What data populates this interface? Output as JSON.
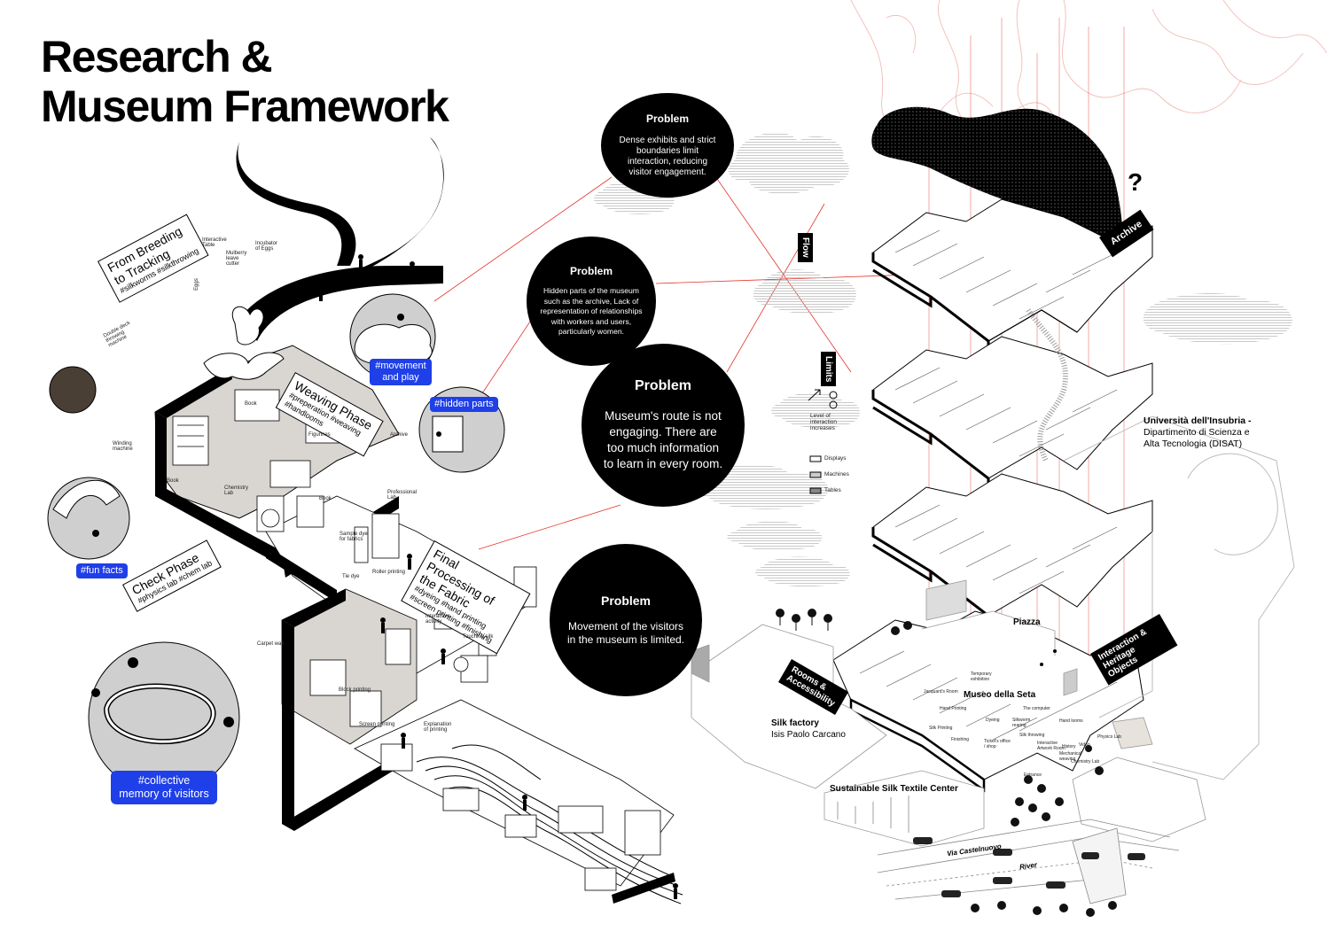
{
  "title": {
    "line1": "Research &",
    "line2": "Museum Framework"
  },
  "problems": [
    {
      "heading": "Problem",
      "text": "Dense exhibits and strict boundaries limit interaction, reducing visitor engagement."
    },
    {
      "heading": "Problem",
      "text": "Hidden parts of the museum such as the archive, Lack of representation of relationships with workers and users, particularly women."
    },
    {
      "heading": "Problem",
      "text": "Museum's route is not engaging. There are too much information to learn in every room."
    },
    {
      "heading": "Problem",
      "text": "Movement of the visitors in the museum is limited."
    }
  ],
  "tags": {
    "movement": "#movement and play",
    "hidden": "#hidden parts",
    "fun": "#fun facts",
    "collective": "#collective memory of visitors"
  },
  "phases": {
    "breeding_title": "From Breeding to Tracking",
    "breeding_tags": "#silkworms #silkthrowing",
    "weaving_title": "Weaving Phase",
    "weaving_tags": "#preperation #weaving #handlooms",
    "check_title": "Check Phase",
    "check_tags": "#physics lab #chem lab",
    "final_title": "Final Processing of the Fabric",
    "final_tags": "#dyeing #hand printing #screen printing #finishing"
  },
  "left_labels": {
    "eggs": "Eggs",
    "interactive_table": "Interactive Table",
    "mulberry": "Mulberry leave cutter",
    "incubator": "Incubator of Eggs",
    "double_deck": "Double deck throwing machine",
    "winding": "Winding machine",
    "book1": "Book",
    "book2": "Book",
    "book3": "Book",
    "figurines": "Figurines",
    "archive": "Archive",
    "chemistry_lab": "Chemistry Lab",
    "professional_lab": "Professional Lab",
    "dye_sample": "Sample dye for fabrics",
    "roller_printing": "Roller printing",
    "interactive_activity": "Interactive activity",
    "touching_silk": "Touching silk",
    "carpet_wall": "Carpet wall",
    "block_printing": "Block printing",
    "screen_printing": "Screen printing",
    "tie_dye": "Tie dye",
    "explanation": "Explanation of printing"
  },
  "legend": {
    "flow": "Flow",
    "limits": "Limits",
    "level": "Level of interaction increases",
    "displays": "Displays",
    "machines": "Machines",
    "tables": "Tables"
  },
  "right_labels": {
    "archive": "Archive",
    "university": "Università dell'Insubria -",
    "department": "Dipartimento di Scienza e Alta Tecnologia (DISAT)",
    "interaction": "Interaction & Heritage Objects",
    "piazza": "Piazza",
    "rooms": "Rooms & Accessibility",
    "museo": "Museo della Seta",
    "silk_factory": "Silk factory",
    "isis": "Isis Paolo Carcano",
    "sustainable": "Sustainable Silk Textile Center",
    "via": "Via Castelnuovo",
    "river": "River",
    "question": "?"
  },
  "ground_rooms": {
    "r1": "Temporary exhibition",
    "r2": "Hand Printing",
    "r3": "Dyeing",
    "r4": "Silk Printing",
    "r5": "Silkworm rearing",
    "r6": "Finishing",
    "r7": "Ticket's office / shop",
    "r8": "Silk throwing",
    "r9": "Interactive Artwork Room",
    "r10": "History",
    "r11": "Mechanical weaving",
    "r12": "Video",
    "r13": "Physics Lab",
    "r14": "Chemistry Lab",
    "r15": "Entrance",
    "r16": "Hand looms",
    "r17": "The computer",
    "r18": "Jacquard's Room"
  },
  "colors": {
    "accent": "#1f3fe8",
    "red_line": "#e5342a",
    "ink": "#000000",
    "fill_grey": "#d9d6d2"
  }
}
